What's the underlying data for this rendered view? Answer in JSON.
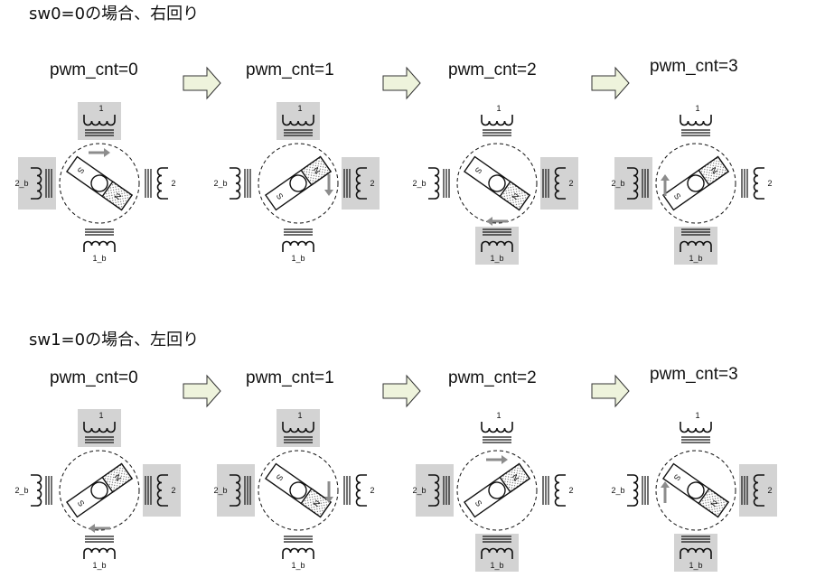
{
  "sections": [
    {
      "title": "sw0=0の場合、右回り",
      "steps": [
        {
          "label": "pwm_cnt=0",
          "active": [
            "1",
            "2_b"
          ],
          "magnet_angle": 35,
          "arrow": "right"
        },
        {
          "label": "pwm_cnt=1",
          "active": [
            "1",
            "2"
          ],
          "magnet_angle": -35,
          "arrow": "down"
        },
        {
          "label": "pwm_cnt=2",
          "active": [
            "2",
            "1_b"
          ],
          "magnet_angle": 35,
          "arrow": "left"
        },
        {
          "label": "pwm_cnt=3",
          "active": [
            "2_b",
            "1_b"
          ],
          "magnet_angle": -35,
          "arrow": "up"
        }
      ]
    },
    {
      "title": "sw1=0の場合、左回り",
      "steps": [
        {
          "label": "pwm_cnt=0",
          "active": [
            "1",
            "2"
          ],
          "magnet_angle": -35,
          "arrow": "left"
        },
        {
          "label": "pwm_cnt=1",
          "active": [
            "2_b",
            "1"
          ],
          "magnet_angle": 35,
          "arrow": "down"
        },
        {
          "label": "pwm_cnt=2",
          "active": [
            "2_b",
            "1_b"
          ],
          "magnet_angle": -35,
          "arrow": "right"
        },
        {
          "label": "pwm_cnt=3",
          "active": [
            "2",
            "1_b"
          ],
          "magnet_angle": 35,
          "arrow": "up"
        }
      ]
    }
  ],
  "coil_labels": {
    "top": "1",
    "bottom": "1_b",
    "left": "2_b",
    "right": "2"
  },
  "pole_labels": {
    "north": "N",
    "south": "S"
  },
  "colors": {
    "active_fill": "#d3d3d3",
    "arrow": "#8c8c8c",
    "line": "#111111",
    "flow_arrow_fill": "#eef3dc"
  }
}
